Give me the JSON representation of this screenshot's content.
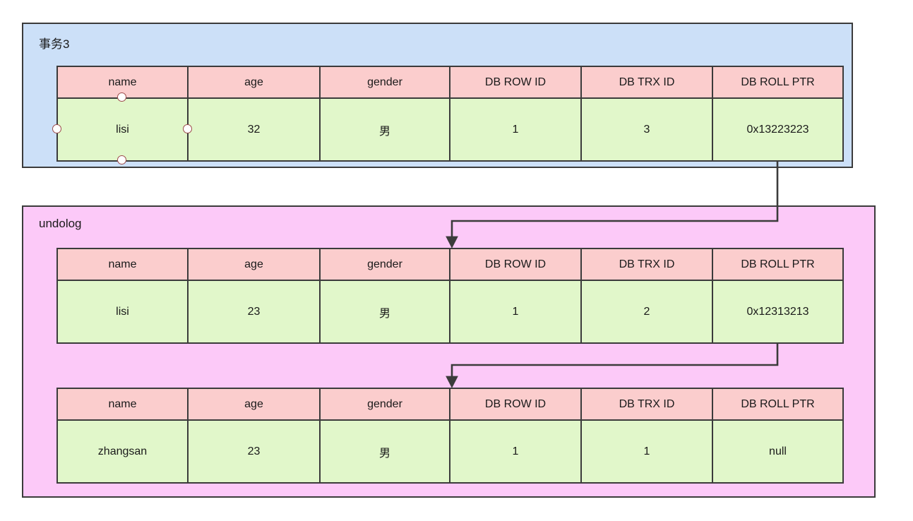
{
  "diagram": {
    "title_top": "事务3",
    "title_bottom": "undolog",
    "colors": {
      "trx_box_bg": "#cce0f8",
      "undolog_box_bg": "#fcc9f8",
      "header_cell_bg": "#fbcdcd",
      "body_cell_bg": "#e1f7ca",
      "border": "#3b3b3b",
      "handle_border": "#9c4b4b",
      "arrow": "#3b3b3b"
    }
  },
  "columns": {
    "name": "name",
    "age": "age",
    "gender": "gender",
    "db_row_id": "DB ROW ID",
    "db_trx_id": "DB TRX ID",
    "db_roll_ptr": "DB ROLL PTR"
  },
  "trx_section": {
    "label": "事务3",
    "table": {
      "headers": [
        "name",
        "age",
        "gender",
        "DB ROW ID",
        "DB TRX ID",
        "DB ROLL PTR"
      ],
      "row": {
        "name": "lisi",
        "age": "32",
        "gender": "男",
        "db_row_id": "1",
        "db_trx_id": "3",
        "db_roll_ptr": "0x13223223"
      },
      "selected_cell": "name"
    }
  },
  "undolog_section": {
    "label": "undolog",
    "tables": [
      {
        "headers": [
          "name",
          "age",
          "gender",
          "DB ROW ID",
          "DB TRX ID",
          "DB ROLL PTR"
        ],
        "row": {
          "name": "lisi",
          "age": "23",
          "gender": "男",
          "db_row_id": "1",
          "db_trx_id": "2",
          "db_roll_ptr": "0x12313213"
        }
      },
      {
        "headers": [
          "name",
          "age",
          "gender",
          "DB ROW ID",
          "DB TRX ID",
          "DB ROLL PTR"
        ],
        "row": {
          "name": "zhangsan",
          "age": "23",
          "gender": "男",
          "db_row_id": "1",
          "db_trx_id": "1",
          "db_roll_ptr": "null"
        }
      }
    ]
  },
  "connectors": [
    {
      "from": "trx.db_roll_ptr",
      "to": "undolog.table1.top"
    },
    {
      "from": "undolog.table1.db_roll_ptr",
      "to": "undolog.table2.top"
    }
  ]
}
